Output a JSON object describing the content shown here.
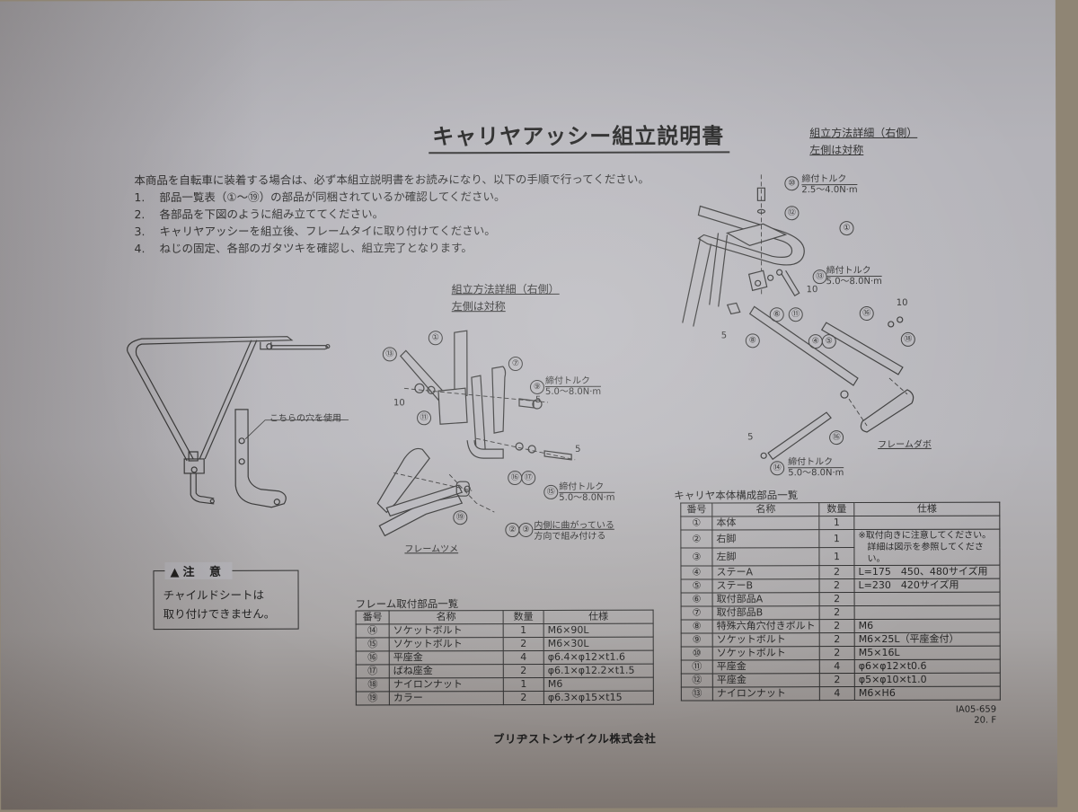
{
  "document": {
    "title": "キャリヤアッシー組立説明書",
    "intro": "本商品を自転車に装着する場合は、必ず本組立説明書をお読みになり、以下の手順で行ってください。",
    "steps": [
      {
        "num": "1.",
        "text": "部品一覧表（①～⑲）の部品が同梱されているか確認してください。"
      },
      {
        "num": "2.",
        "text": "各部品を下図のように組み立ててください。"
      },
      {
        "num": "3.",
        "text": "キャリヤアッシーを組立後、フレームタイに取り付けてください。"
      },
      {
        "num": "4.",
        "text": "ねじの固定、各部のガタツキを確認し、組立完了となります。"
      }
    ],
    "company": "ブリヂストンサイクル株式会社",
    "doc_code": "IA05-659",
    "doc_rev": "20. F"
  },
  "diagram_left": {
    "note": "こちらの穴を使用"
  },
  "diagram_center": {
    "heading_line1": "組立方法詳細（右側）",
    "heading_line2": "左側は対称",
    "callouts": [
      "①",
      "⑬",
      "⑪",
      "⑦",
      "⑨",
      "⑯",
      "⑰",
      "⑮",
      "⑲",
      "②",
      "③"
    ],
    "dim_10": "10",
    "dim_5a": "5",
    "dim_5b": "5",
    "torque_9_label": "締付トルク",
    "torque_9_value": "5.0～8.0N·m",
    "torque_15_label": "締付トルク",
    "torque_15_value": "5.0～8.0N·m",
    "note_23_line1": "内側に曲がっている",
    "note_23_line2": "方向で組み付ける",
    "frame_claw": "フレームツメ"
  },
  "diagram_right": {
    "heading_line1": "組立方法詳細（右側）",
    "heading_line2": "左側は対称",
    "callouts": [
      "⑩",
      "⑫",
      "①",
      "⑬",
      "⑥",
      "⑪",
      "⑧",
      "④",
      "⑤",
      "⑯",
      "⑱",
      "⑯",
      "⑭"
    ],
    "torque_10_label": "締付トルク",
    "torque_10_value": "2.5～4.0N·m",
    "torque_13_label": "締付トルク",
    "torque_13_value": "5.0～8.0N·m",
    "torque_14_label": "締付トルク",
    "torque_14_value": "5.0～8.0N·m",
    "dim_10a": "10",
    "dim_10b": "10",
    "dim_5a": "5",
    "dim_5b": "5",
    "frame_boss": "フレームダボ"
  },
  "caution": {
    "heading": "注 意",
    "line1": "チャイルドシートは",
    "line2": "取り付けできません。"
  },
  "frame_parts_table": {
    "caption": "フレーム取付部品一覧",
    "headers": [
      "番号",
      "名称",
      "数量",
      "仕様"
    ],
    "rows": [
      [
        "⑭",
        "ソケットボルト",
        "1",
        "M6×90L"
      ],
      [
        "⑮",
        "ソケットボルト",
        "2",
        "M6×30L"
      ],
      [
        "⑯",
        "平座金",
        "4",
        "φ6.4×φ12×t1.6"
      ],
      [
        "⑰",
        "ばね座金",
        "2",
        "φ6.1×φ12.2×t1.5"
      ],
      [
        "⑱",
        "ナイロンナット",
        "1",
        "M6"
      ],
      [
        "⑲",
        "カラー",
        "2",
        "φ6.3×φ15×t15"
      ]
    ]
  },
  "carrier_parts_table": {
    "caption": "キャリヤ本体構成部品一覧",
    "headers": [
      "番号",
      "名称",
      "数量",
      "仕様"
    ],
    "note_line1": "※取付向きに注意してください。",
    "note_line2": "詳細は図示を参照してください。",
    "rows": [
      [
        "①",
        "本体",
        "1",
        ""
      ],
      [
        "②",
        "右脚",
        "1",
        ""
      ],
      [
        "③",
        "左脚",
        "1",
        ""
      ],
      [
        "④",
        "ステーA",
        "2",
        "L=175　450、480サイズ用"
      ],
      [
        "⑤",
        "ステーB",
        "2",
        "L=230　420サイズ用"
      ],
      [
        "⑥",
        "取付部品A",
        "2",
        ""
      ],
      [
        "⑦",
        "取付部品B",
        "2",
        ""
      ],
      [
        "⑧",
        "特殊六角穴付きボルト",
        "2",
        "M6"
      ],
      [
        "⑨",
        "ソケットボルト",
        "2",
        "M6×25L（平座金付）"
      ],
      [
        "⑩",
        "ソケットボルト",
        "2",
        "M5×16L"
      ],
      [
        "⑪",
        "平座金",
        "4",
        "φ6×φ12×t0.6"
      ],
      [
        "⑫",
        "平座金",
        "2",
        "φ5×φ10×t1.0"
      ],
      [
        "⑬",
        "ナイロンナット",
        "4",
        "M6×H6"
      ]
    ]
  },
  "colors": {
    "paper": "#b4b3b9",
    "ink": "#222222",
    "carpet": "#8f8574"
  }
}
